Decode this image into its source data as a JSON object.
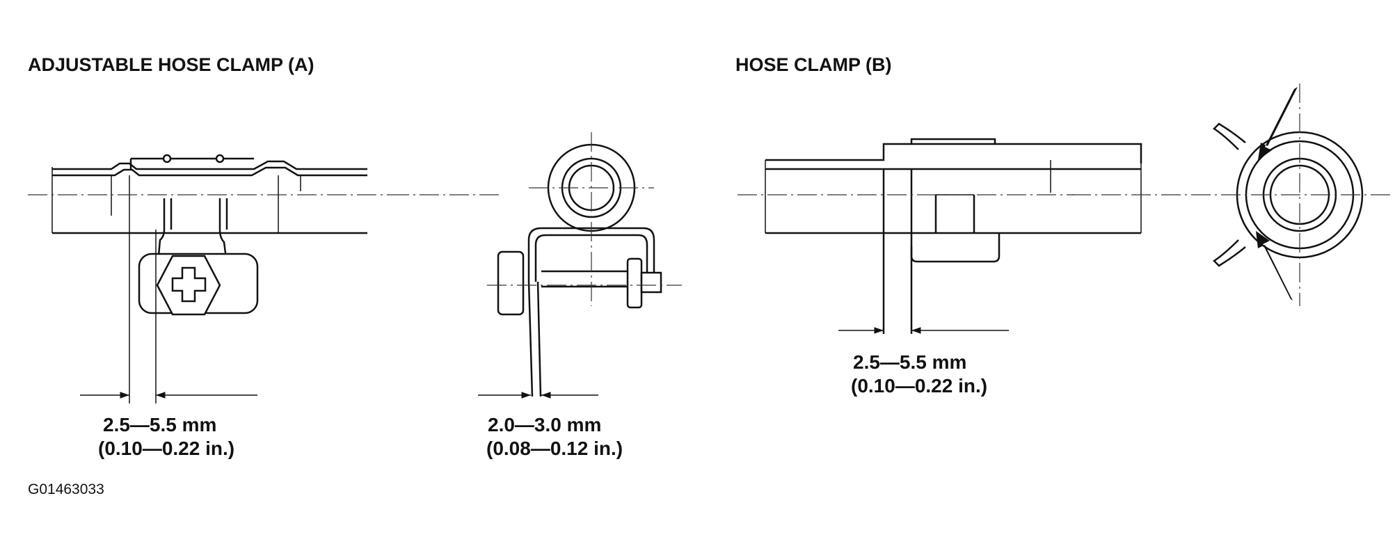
{
  "titles": {
    "clamp_a": "ADJUSTABLE HOSE CLAMP (A)",
    "clamp_b": "HOSE CLAMP (B)"
  },
  "dimensions": {
    "a_side_mm": "2.5—5.5 mm",
    "a_side_in": "(0.10—0.22 in.)",
    "a_end_mm": "2.0—3.0 mm",
    "a_end_in": "(0.08—0.12 in.)",
    "b_side_mm": "2.5—5.5 mm",
    "b_side_in": "(0.10—0.22 in.)"
  },
  "figure_code": "G01463033"
}
